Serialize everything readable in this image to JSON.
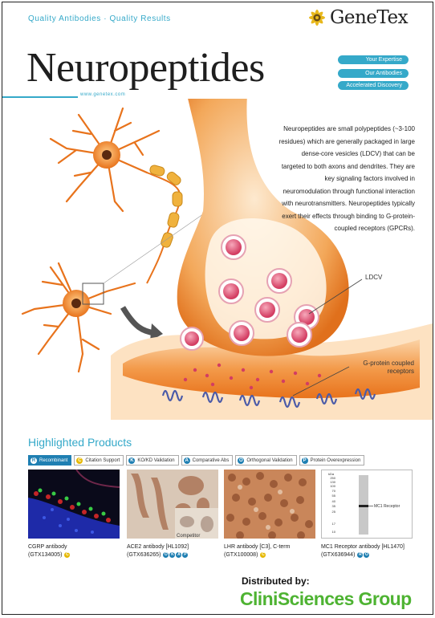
{
  "header": {
    "tagline": "Quality Antibodies · Quality Results",
    "brand": "GeneTex",
    "title": "Neuropeptides",
    "website": "www.genetex.com"
  },
  "nav_pills": [
    "Your Expertise",
    "Our Antibodies",
    "Accelerated Discovery"
  ],
  "description": "Neuropeptides are small polypeptides (~3-100 residues) which are generally packaged in large dense-core vesicles (LDCV) that can be targeted to both axons and dendrites. They are key signaling factors involved in neuromodulation through functional interaction with neurotransmitters. Neuropeptides typically exert their effects through binding to G-protein-coupled receptors (GPCRs).",
  "illustration_labels": {
    "ldcv": "LDCV",
    "gpcr_line1": "G-protein coupled",
    "gpcr_line2": "receptors"
  },
  "highlighted": {
    "title": "Highlighted Products",
    "legend": [
      {
        "label": "Recombinant",
        "icon": "R",
        "color": "#1f7fb2"
      },
      {
        "label": "Citation Support",
        "icon": "C",
        "color": "#e6b800"
      },
      {
        "label": "KO/KD Validation",
        "icon": "K",
        "color": "#1f7fb2"
      },
      {
        "label": "Comparative Abs",
        "icon": "A",
        "color": "#1f7fb2"
      },
      {
        "label": "Orthogonal Validation",
        "icon": "O",
        "color": "#1f7fb2"
      },
      {
        "label": "Protein Overexpression",
        "icon": "P",
        "color": "#1f7fb2"
      }
    ],
    "products": [
      {
        "line1": "CGRP antibody",
        "line2": "(GTX134005)"
      },
      {
        "line1": "ACE2 antibody [HL1092]",
        "line2": "(GTX636265)"
      },
      {
        "line1": "LHR antibody [C3], C-term",
        "line2": "(GTX100008)"
      },
      {
        "line1": "MC1 Receptor antibody [HL1470]",
        "line2": "(GTX636944)"
      }
    ],
    "competitor_label": "Competitor",
    "wb_marker": "MC1 Receptor",
    "wb_kda": "kDa",
    "wb_ladder": [
      "250",
      "130",
      "100",
      "70",
      "55",
      "40",
      "35",
      "25",
      "17",
      "10"
    ]
  },
  "footer": {
    "distributed": "Distributed by:",
    "distributor": "CliniSciences Group"
  },
  "colors": {
    "accent": "#35a9c9",
    "neuron": "#e8731c",
    "vesicle": "#d94a6a",
    "receptor": "#4a5aa8",
    "distributor": "#4eb332"
  }
}
